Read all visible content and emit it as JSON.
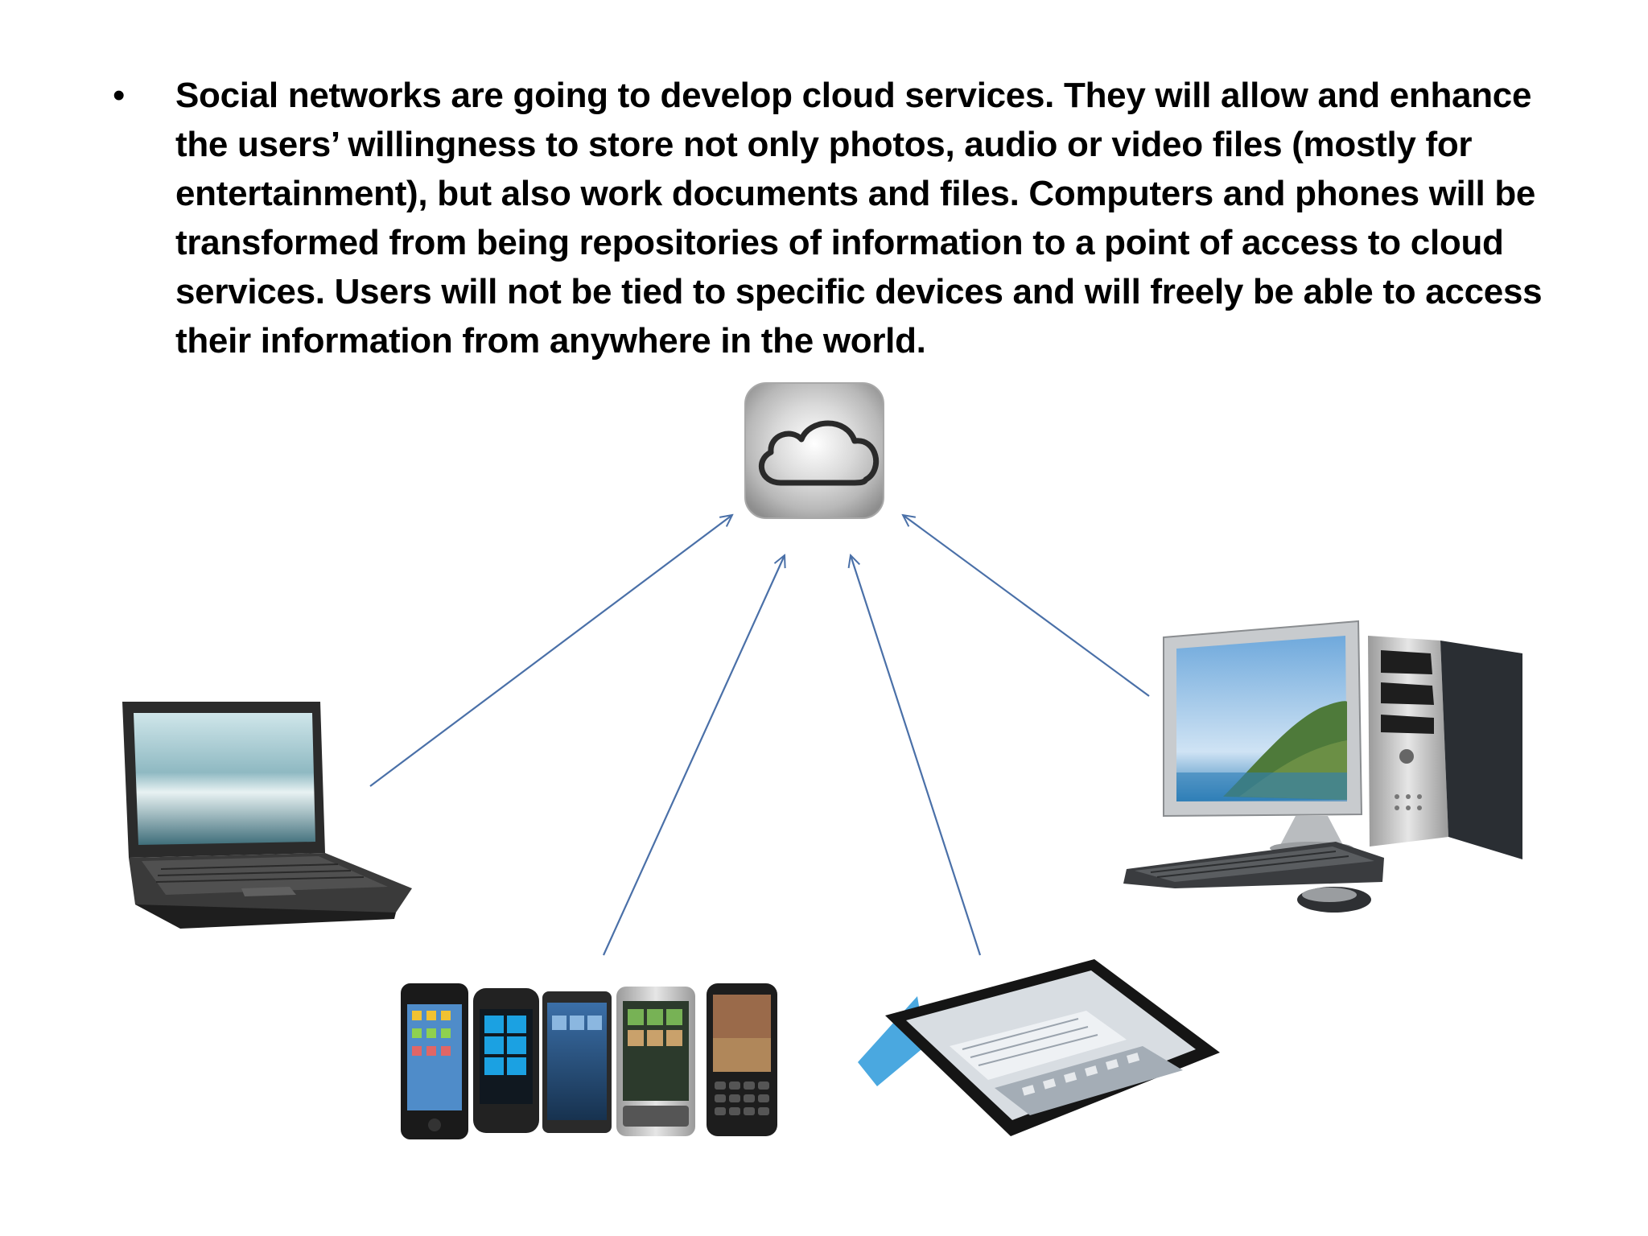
{
  "slide": {
    "bullet_symbol": "•",
    "bullet_text": "Social networks are going to develop cloud services. They will allow and enhance the users’ willingness to store not only photos, audio or video files (mostly for entertainment), but also work documents and files. Computers and phones will be transformed from being repositories of information to a point of access to cloud services. Users will not be tied to specific devices and will freely be able to access their information from anywhere in the world."
  },
  "diagram": {
    "hub": "cloud-icon",
    "devices": [
      "laptop",
      "smartphones",
      "tablet",
      "desktop-computer"
    ],
    "colors": {
      "arrow": "#4a70a8",
      "text": "#000000",
      "background": "#ffffff"
    }
  }
}
